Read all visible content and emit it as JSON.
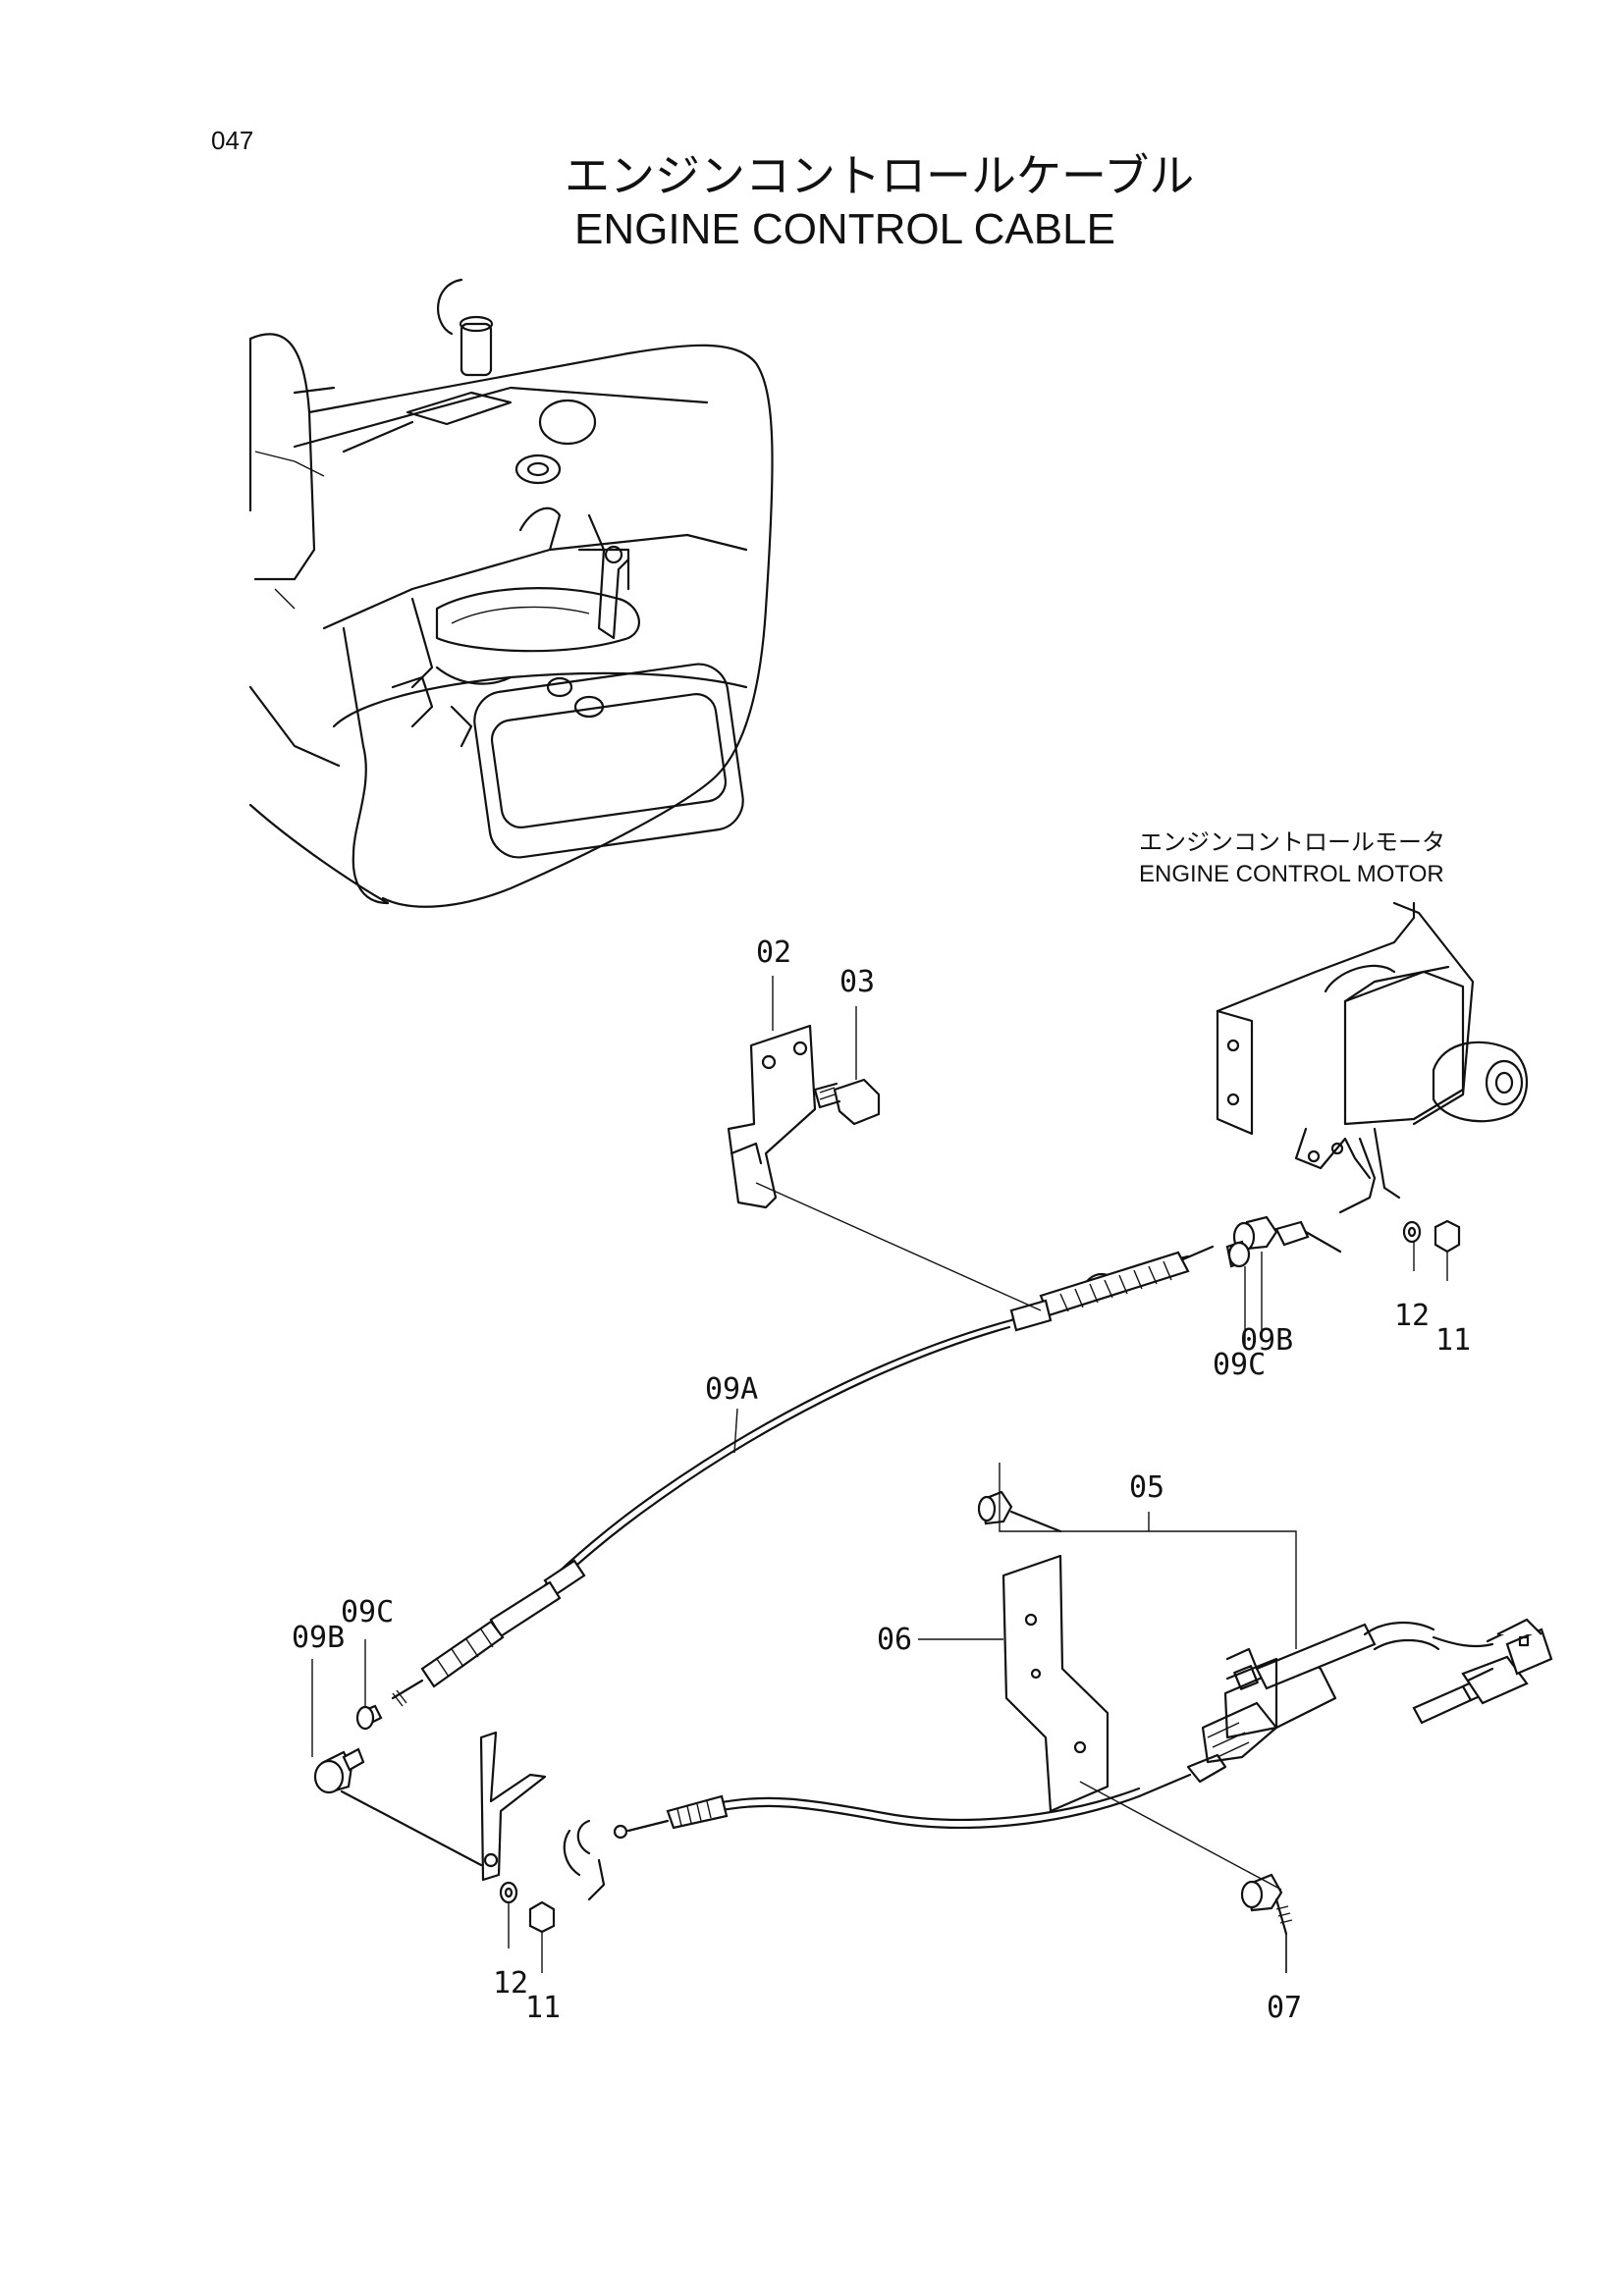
{
  "page_number": "047",
  "title_jp": "エンジンコントロールケーブル",
  "title_en": "ENGINE  CONTROL  CABLE",
  "motor_label_jp": "エンジンコントロールモータ",
  "motor_label_en": "ENGINE  CONTROL  MOTOR",
  "parts": {
    "p02": "02",
    "p03": "03",
    "p05": "05",
    "p06": "06",
    "p07": "07",
    "p09a": "09A",
    "p09b_top": "09B",
    "p09c_top": "09C",
    "p12_top": "12",
    "p11_top": "11",
    "p09b_left": "09B",
    "p09c_left": "09C",
    "p12_bottom": "12",
    "p11_bottom": "11"
  }
}
